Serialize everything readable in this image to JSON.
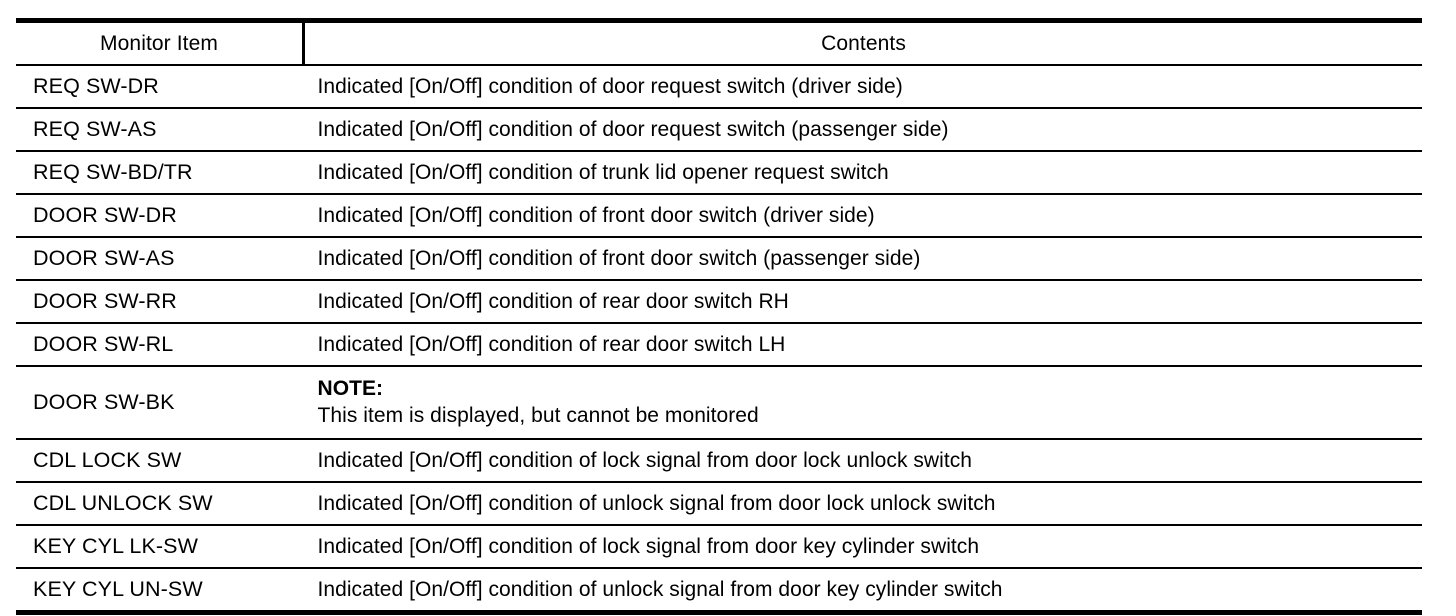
{
  "table": {
    "headers": {
      "item": "Monitor Item",
      "contents": "Contents"
    },
    "rows": [
      {
        "item": "REQ SW-DR",
        "contents": "Indicated [On/Off] condition of door request switch (driver side)",
        "type": "text"
      },
      {
        "item": "REQ SW-AS",
        "contents": "Indicated [On/Off] condition of door request switch (passenger side)",
        "type": "text"
      },
      {
        "item": "REQ SW-BD/TR",
        "contents": "Indicated [On/Off] condition of trunk lid opener request switch",
        "type": "text"
      },
      {
        "item": "DOOR SW-DR",
        "contents": "Indicated [On/Off] condition of front door switch (driver side)",
        "type": "text"
      },
      {
        "item": "DOOR SW-AS",
        "contents": "Indicated [On/Off] condition of front door switch (passenger side)",
        "type": "text"
      },
      {
        "item": "DOOR SW-RR",
        "contents": "Indicated [On/Off] condition of rear door switch RH",
        "type": "text"
      },
      {
        "item": "DOOR SW-RL",
        "contents": "Indicated [On/Off] condition of rear door switch LH",
        "type": "text"
      },
      {
        "item": "DOOR SW-BK",
        "contents": "",
        "type": "note",
        "note_title": "NOTE:",
        "note_body": "This item is displayed, but cannot be monitored"
      },
      {
        "item": "CDL LOCK SW",
        "contents": "Indicated [On/Off] condition of lock signal from door lock unlock switch",
        "type": "text"
      },
      {
        "item": "CDL UNLOCK SW",
        "contents": "Indicated [On/Off] condition of unlock signal from door lock unlock switch",
        "type": "text"
      },
      {
        "item": "KEY CYL LK-SW",
        "contents": "Indicated [On/Off] condition of lock signal from door key cylinder switch",
        "type": "text"
      },
      {
        "item": "KEY CYL UN-SW",
        "contents": "Indicated [On/Off] condition of unlock signal from door key cylinder switch",
        "type": "text"
      }
    ]
  },
  "colors": {
    "text": "#000000",
    "background": "#ffffff",
    "rule": "#000000"
  }
}
